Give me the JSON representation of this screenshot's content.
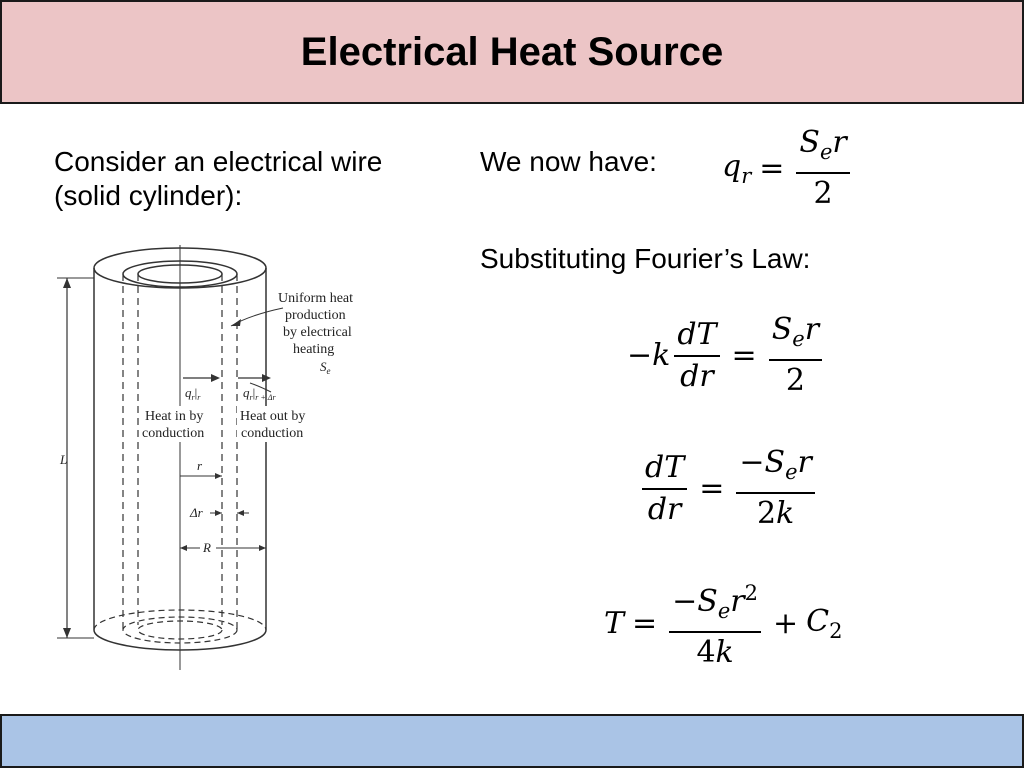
{
  "title": "Electrical Heat Source",
  "left_text": {
    "line1": "Consider an electrical wire",
    "line2": "(solid cylinder):"
  },
  "right_text": {
    "now_have": "We now have:",
    "substituting": "Substituting Fourier’s Law:"
  },
  "diagram": {
    "label_uniform": [
      "Uniform heat",
      "production",
      "by electrical",
      "heating"
    ],
    "label_se": "S",
    "label_se_sub": "e",
    "label_heat_in": [
      "Heat in by",
      "conduction"
    ],
    "label_heat_out": [
      "Heat out by",
      "conduction"
    ],
    "label_qr": "q",
    "label_L": "L",
    "label_r": "r",
    "label_dr": "Δr",
    "label_R": "R"
  },
  "colors": {
    "header_bg": "#ecc5c6",
    "footer_bg": "#aac4e6"
  }
}
